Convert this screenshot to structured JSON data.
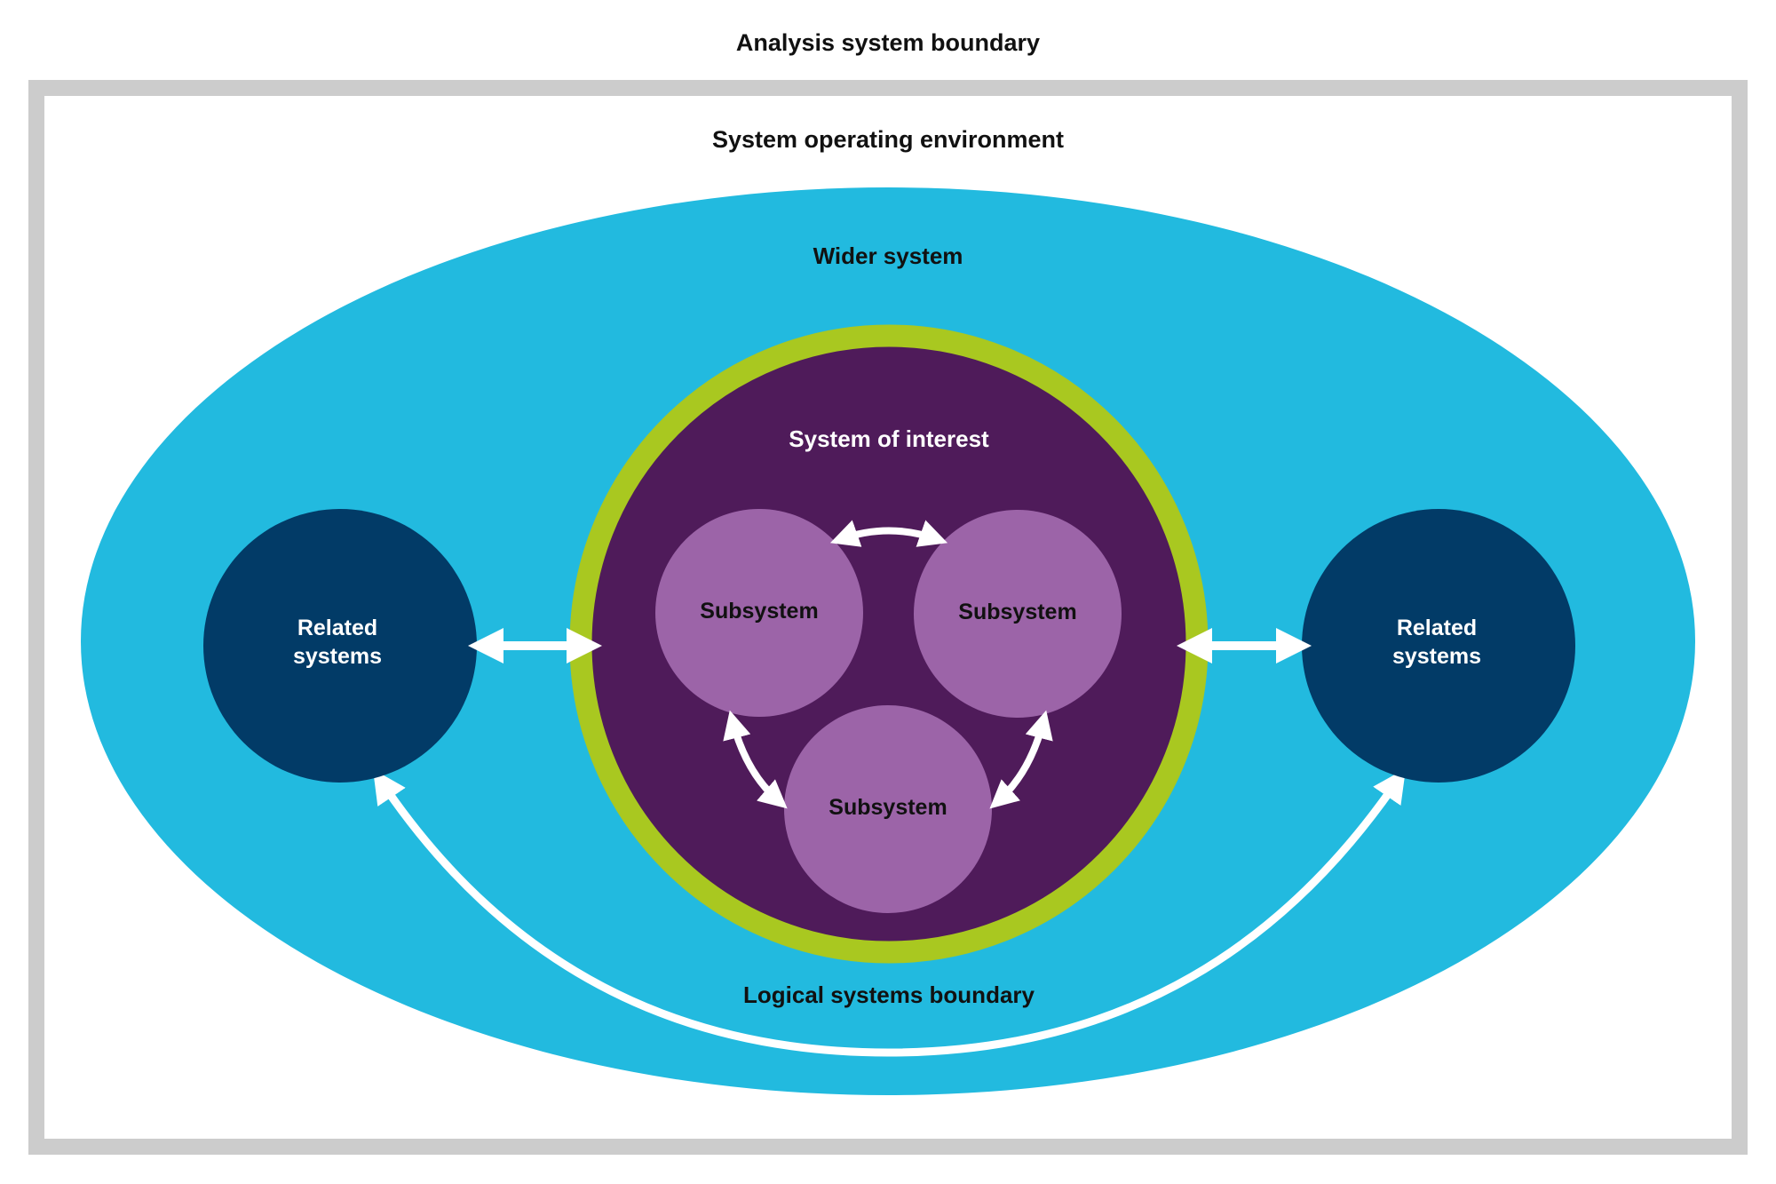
{
  "colors": {
    "frame": "#cccccc",
    "background": "#ffffff",
    "wider_system": "#22badf",
    "logical_boundary_ring": "#a9c820",
    "system_of_interest": "#4f1b5a",
    "subsystem": "#9c64a8",
    "related_systems": "#023b67",
    "arrows": "#ffffff",
    "dark_text": "#111111",
    "light_text": "#ffffff"
  },
  "labels": {
    "analysis_boundary": "Analysis system boundary",
    "operating_environment": "System operating environment",
    "wider_system": "Wider system",
    "system_of_interest": "System of interest",
    "logical_boundary": "Logical systems boundary"
  },
  "subsystems": [
    {
      "id": "left",
      "label": "Subsystem"
    },
    {
      "id": "right",
      "label": "Subsystem"
    },
    {
      "id": "bottom",
      "label": "Subsystem"
    }
  ],
  "related_systems": [
    {
      "id": "left",
      "line1": "Related",
      "line2": "systems"
    },
    {
      "id": "right",
      "line1": "Related",
      "line2": "systems"
    }
  ],
  "connections": [
    {
      "from": "subsystem-left",
      "to": "subsystem-right",
      "type": "bidirectional"
    },
    {
      "from": "subsystem-left",
      "to": "subsystem-bottom",
      "type": "bidirectional"
    },
    {
      "from": "subsystem-right",
      "to": "subsystem-bottom",
      "type": "bidirectional"
    },
    {
      "from": "related-systems-left",
      "to": "system-of-interest",
      "type": "bidirectional"
    },
    {
      "from": "system-of-interest",
      "to": "related-systems-right",
      "type": "bidirectional"
    },
    {
      "from": "related-systems-left",
      "to": "related-systems-right",
      "type": "bidirectional"
    }
  ]
}
